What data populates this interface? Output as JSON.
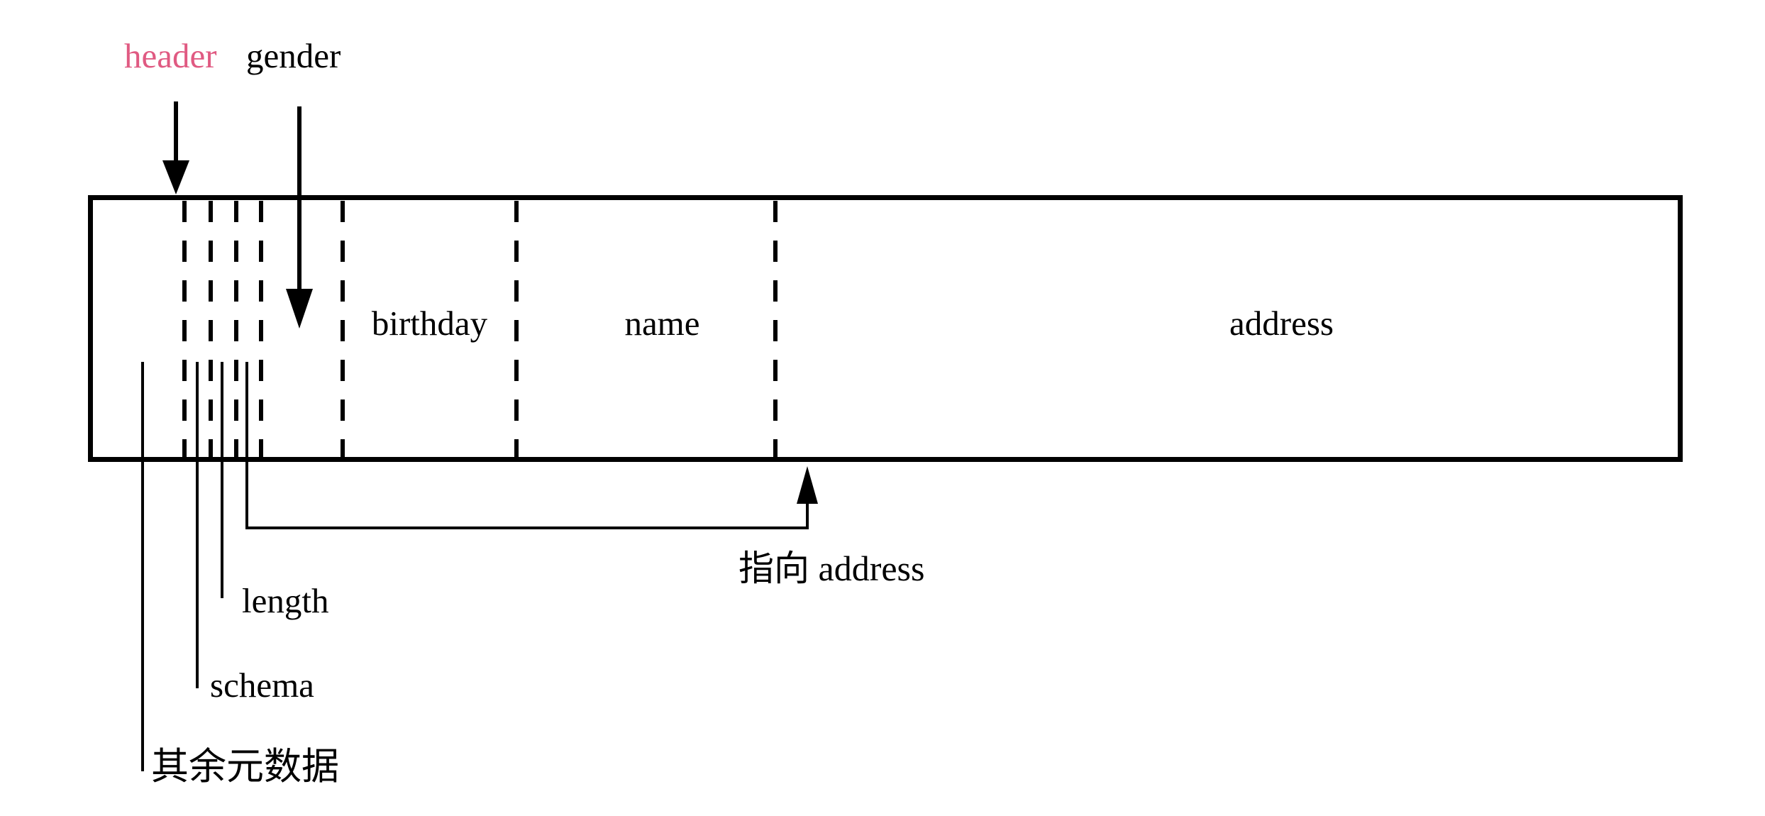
{
  "diagram": {
    "top_labels": {
      "header": "header",
      "gender": "gender"
    },
    "fields": {
      "birthday": "birthday",
      "name": "name",
      "address": "address"
    },
    "callouts": {
      "length": "length",
      "schema": "schema",
      "other_metadata": "其余元数据",
      "points_to_address": "指向 address"
    },
    "colors": {
      "header_accent": "#e05a82",
      "ink": "#000000",
      "background": "#ffffff"
    }
  }
}
